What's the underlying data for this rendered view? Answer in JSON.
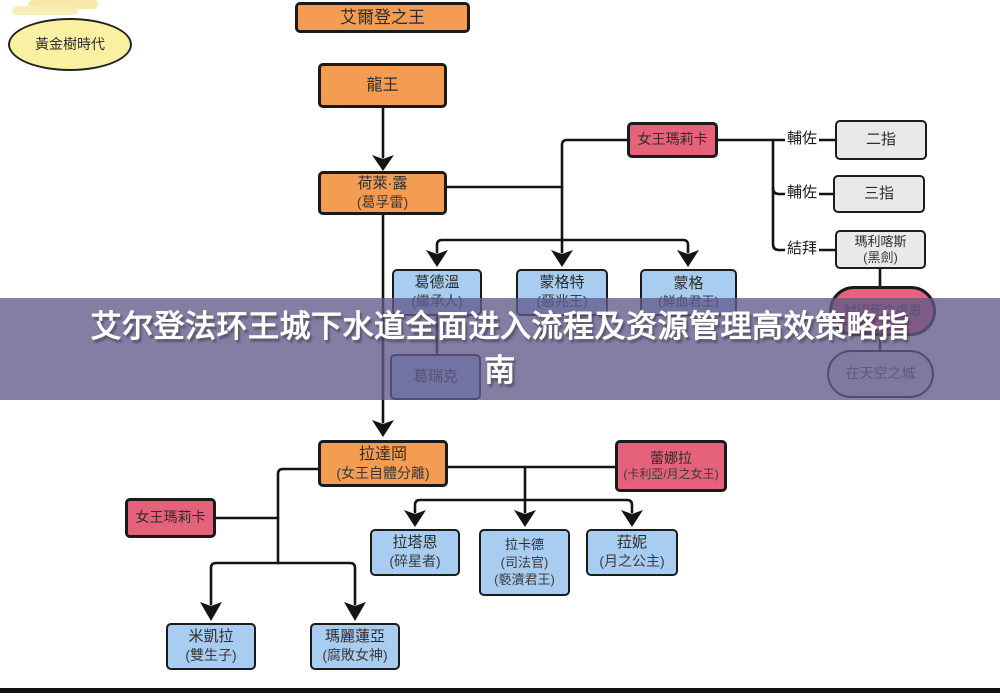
{
  "banner": {
    "title_line1": "艾尔登法环王城下水道全面进入流程及资源管理高效策略指",
    "title_line2": "南",
    "bg_rgba": "rgba(97,90,140,0.78)",
    "text_color": "#ffffff"
  },
  "era_label": {
    "text": "黃金樹時代"
  },
  "relation_labels": {
    "assist_1": "輔佐",
    "assist_2": "輔佐",
    "sworn": "結拜"
  },
  "nodes": {
    "elden_lord": {
      "label": "艾爾登之王"
    },
    "dragon_king": {
      "label": "龍王"
    },
    "horai_lou": {
      "line1": "荷萊·露",
      "line2": "(葛孚雷)"
    },
    "queen_marika_top": {
      "label": "女王瑪莉卡"
    },
    "two_fingers": {
      "label": "二指"
    },
    "three_fingers": {
      "label": "三指"
    },
    "maliketh": {
      "line1": "瑪利喀斯",
      "line2": "(黑劍)"
    },
    "death_rune": {
      "label": "封印死亡盧恩"
    },
    "sky_city": {
      "label": "在天空之城"
    },
    "godwyn": {
      "line1": "葛德溫",
      "line2": "(繼承人)"
    },
    "morgott": {
      "line1": "蒙格特",
      "line2": "(惡兆王)"
    },
    "mohg": {
      "line1": "蒙格",
      "line2": "(鮮血君王)"
    },
    "godrick": {
      "label": "葛瑞克"
    },
    "radagon": {
      "line1": "拉達岡",
      "line2": "(女王自體分離)"
    },
    "rennala": {
      "line1": "蕾娜拉",
      "line2": "(卡利亞/月之女王)"
    },
    "queen_marika_bottom": {
      "label": "女王瑪莉卡"
    },
    "radahn": {
      "line1": "拉塔恩",
      "line2": "(碎星者)"
    },
    "rykard": {
      "line1": "拉卡德",
      "line2": "(司法官)",
      "line3": "(褻瀆君王)"
    },
    "ranni": {
      "line1": "菈妮",
      "line2": "(月之公主)"
    },
    "miquella": {
      "line1": "米凱拉",
      "line2": "(雙生子)"
    },
    "malenia": {
      "line1": "瑪麗蓮亞",
      "line2": "(腐敗女神)"
    }
  },
  "colors": {
    "orange_fill": "#F49C52",
    "red_fill": "#E6617A",
    "blue_fill": "#A9CDF0",
    "gray_fill": "#E9E9E9",
    "yellow_fill": "#FAF0A2",
    "line": "#141414",
    "banner_purple": "#8683A8"
  }
}
